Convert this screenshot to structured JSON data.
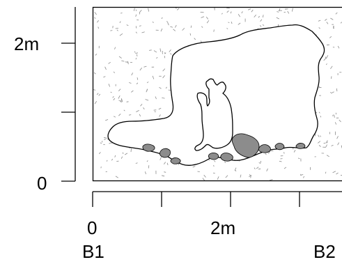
{
  "y_axis": {
    "tick_labels": [
      "2m",
      "0"
    ]
  },
  "x_axis": {
    "tick_labels": [
      "0",
      "2m"
    ]
  },
  "bottom_labels": {
    "left": "B1",
    "right": "B2"
  },
  "colors": {
    "line": "#000000",
    "speckle": "#8a8a8a",
    "rock": "#8c8c8c",
    "cavity_fill": "#ffffff",
    "panel_fill": "#ffffff"
  }
}
